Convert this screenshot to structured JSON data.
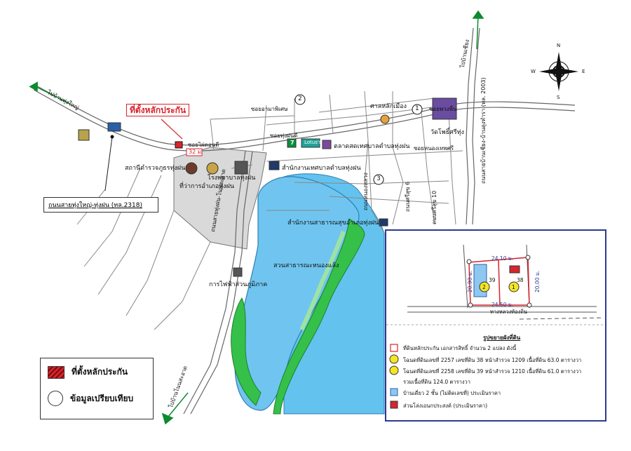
{
  "map": {
    "title_label": "ที่ตั้งหลักประกัน",
    "road_box_label": "ถนนสายทุ่งใหญ่-ทุ่งฝน (ทล.2318)",
    "compass": {
      "n": "N",
      "s": "S",
      "e": "E",
      "w": "W"
    },
    "places": {
      "soi": "ซอยไผ่ดอนดี",
      "distance": "32 ม.",
      "soi2": "ซอยพวงพี่น",
      "district_police": "สถานีตำรวจภูธรทุ่งฝน",
      "district_office": "ที่ว่าการอำเภอทุ่งฝน",
      "hospital": "โรงพยาบาลทุ่งฝน",
      "municipal": "สำนักงานเทศบาลตำบลทุ่งฝน",
      "market": "ตลาดสดเทศบาลตำบลทุ่งฝน",
      "shrine": "ศาลหลักเมือง",
      "temple": "วัดโพธิ์ศรีทุ่ง",
      "health_office": "สำนักงานสาธารณสุขอำเภอทุ่งฝน",
      "park": "สวนสาธารณะหนองแล้ง",
      "electricity": "การไฟฟ้าส่วนภูมิภาค",
      "road_south": "ถนนสายทุ่งฝน-โนนสะอาด",
      "road_east": "ถนนสายบ้านเชียง-บ้านดุงทำรา (ทล. 2003)",
      "to_udon": "ไปบ้านทุ่งใหญ่",
      "to_north": "ไปบ้านเชียง",
      "to_south": "ไปบ้านโนนสะอาด",
      "lotus": "Lotus's",
      "seven": "7",
      "soi_chaimongkol": "ซอยทุ่งฝนดี",
      "circle1": "1",
      "circle2": "2",
      "circle3": "3",
      "road_v1": "ถนนหนองหลวง",
      "road_v2": "ถนนศรีสุข 6",
      "road_v3": "ถนนศรีสุข 10",
      "soi_top": "ซอยอามาพิเศษ",
      "soi_mid": "ซอยหนองเทพศรี"
    }
  },
  "inset": {
    "caption": "รูปขยายผังที่ดิน",
    "dim_top": "24.10 ม.",
    "dim_bottom": "24.50 ม.",
    "dim_left": "20.90 ม.",
    "dim_right": "20.00 ม.",
    "plot_left_no": "39",
    "plot_right_no": "38",
    "marker1": "1",
    "marker2": "2",
    "road_below": "ทางหลวงท้องถิ่น",
    "legend": [
      {
        "text": "ที่ดินหลักประกัน เอกสารสิทธิ์ จำนวน 2 แปลง ดังนี้"
      },
      {
        "text": "โฉนดที่ดินเลขที่ 2257 เลขที่ดิน 38 หน้าสำรวจ 1209 เนื้อที่ดิน 63.0 ตารางวา"
      },
      {
        "text": "โฉนดที่ดินเลขที่ 2258 เลขที่ดิน 39 หน้าสำรวจ 1210 เนื้อที่ดิน 61.0 ตารางวา"
      },
      {
        "text": "รวมเนื้อที่ดิน 124.0 ตารางวา"
      },
      {
        "text": "บ้านเดี่ยว 2 ชั้น (ไม่ติดเลขที่) ประเมินราคา"
      },
      {
        "text": "ส่วนโล่งเอนกประสงค์ (ประเมินราคา)"
      }
    ]
  },
  "legend": {
    "collateral": "ที่ตั้งหลักประกัน",
    "comparison": "ข้อมูลเปรียบเทียบ"
  }
}
